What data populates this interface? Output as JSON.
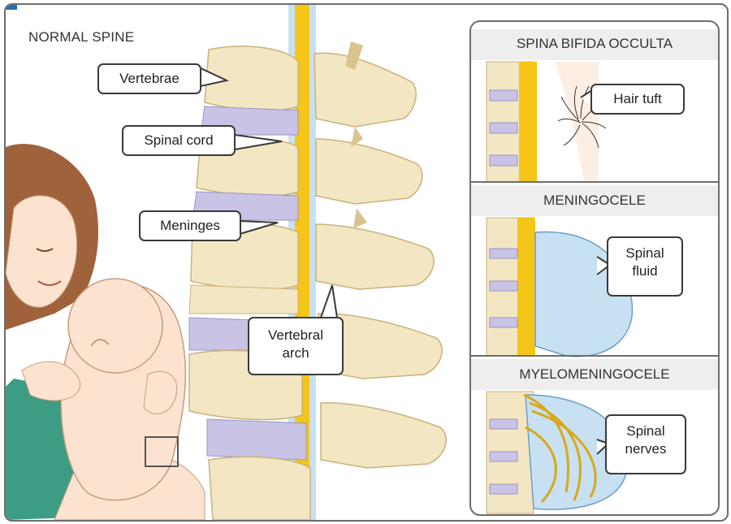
{
  "main": {
    "title": "NORMAL SPINE",
    "labels": {
      "vertebrae": "Vertebrae",
      "spinal_cord": "Spinal cord",
      "meninges": "Meninges",
      "vertebral_arch_line1": "Vertebral",
      "vertebral_arch_line2": "arch"
    }
  },
  "panels": [
    {
      "title": "SPINA BIFIDA OCCULTA",
      "label_lines": [
        "Hair tuft"
      ]
    },
    {
      "title": "MENINGOCELE",
      "label_lines": [
        "Spinal",
        "fluid"
      ]
    },
    {
      "title": "MYELOMENINGOCELE",
      "label_lines": [
        "Spinal",
        "nerves"
      ]
    }
  ],
  "colors": {
    "bone": "#f3e6c2",
    "bone_shadow": "#d9c38f",
    "cord": "#f5c518",
    "disc": "#c9c4e6",
    "fluid": "#c8e1f2",
    "skin": "#fbe3d0",
    "hair": "#a0623a",
    "shirt": "#3d9c84",
    "panel_bg": "#eeeeee"
  }
}
